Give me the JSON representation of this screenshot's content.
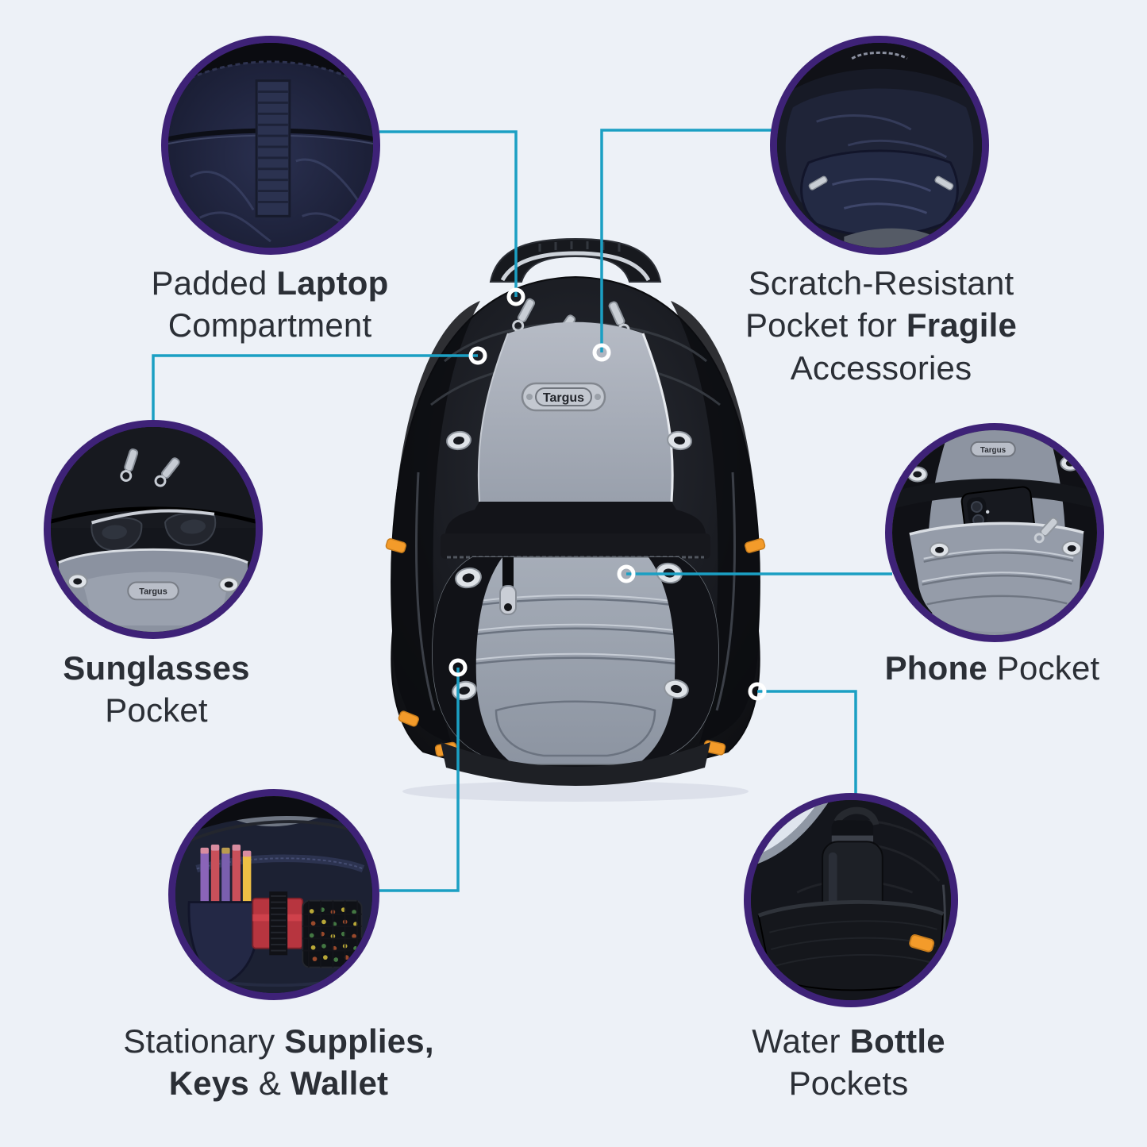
{
  "page": {
    "title": "Backpack feature infographic",
    "background": "#edf1f7"
  },
  "colors": {
    "accent_teal": "#1b9fc3",
    "circle_border_purple": "#3e2277",
    "text_dark": "#2b2f36",
    "bag_black": "#15171c",
    "bag_gray": "#9aa1ad",
    "bag_orange": "#f39b2a"
  },
  "brand": {
    "badge_text": "Targus"
  },
  "callouts": [
    {
      "id": "laptop-compartment",
      "photo_icon": "laptop-compartment-photo",
      "label": [
        [
          "Padded ",
          "Laptop"
        ],
        [
          "Compartment"
        ]
      ]
    },
    {
      "id": "fragile-accessories-pocket",
      "photo_icon": "scratch-resistant-pocket-photo",
      "label": [
        [
          "Scratch-Resistant"
        ],
        [
          "Pocket for ",
          "Fragile"
        ],
        [
          "Accessories"
        ]
      ]
    },
    {
      "id": "sunglasses-pocket",
      "photo_icon": "sunglasses-pocket-photo",
      "label": [
        [
          "Sunglasses"
        ],
        [
          "Pocket"
        ]
      ]
    },
    {
      "id": "phone-pocket",
      "photo_icon": "phone-pocket-photo",
      "label": [
        [
          "Phone",
          " Pocket"
        ]
      ]
    },
    {
      "id": "stationary-supplies",
      "photo_icon": "stationary-supplies-photo",
      "label": [
        [
          "Stationary ",
          "Supplies,"
        ],
        [
          "Keys",
          " & ",
          "Wallet"
        ]
      ]
    },
    {
      "id": "water-bottle-pockets",
      "photo_icon": "water-bottle-pocket-photo",
      "label": [
        [
          "Water ",
          "Bottle"
        ],
        [
          "Pockets"
        ]
      ]
    }
  ]
}
